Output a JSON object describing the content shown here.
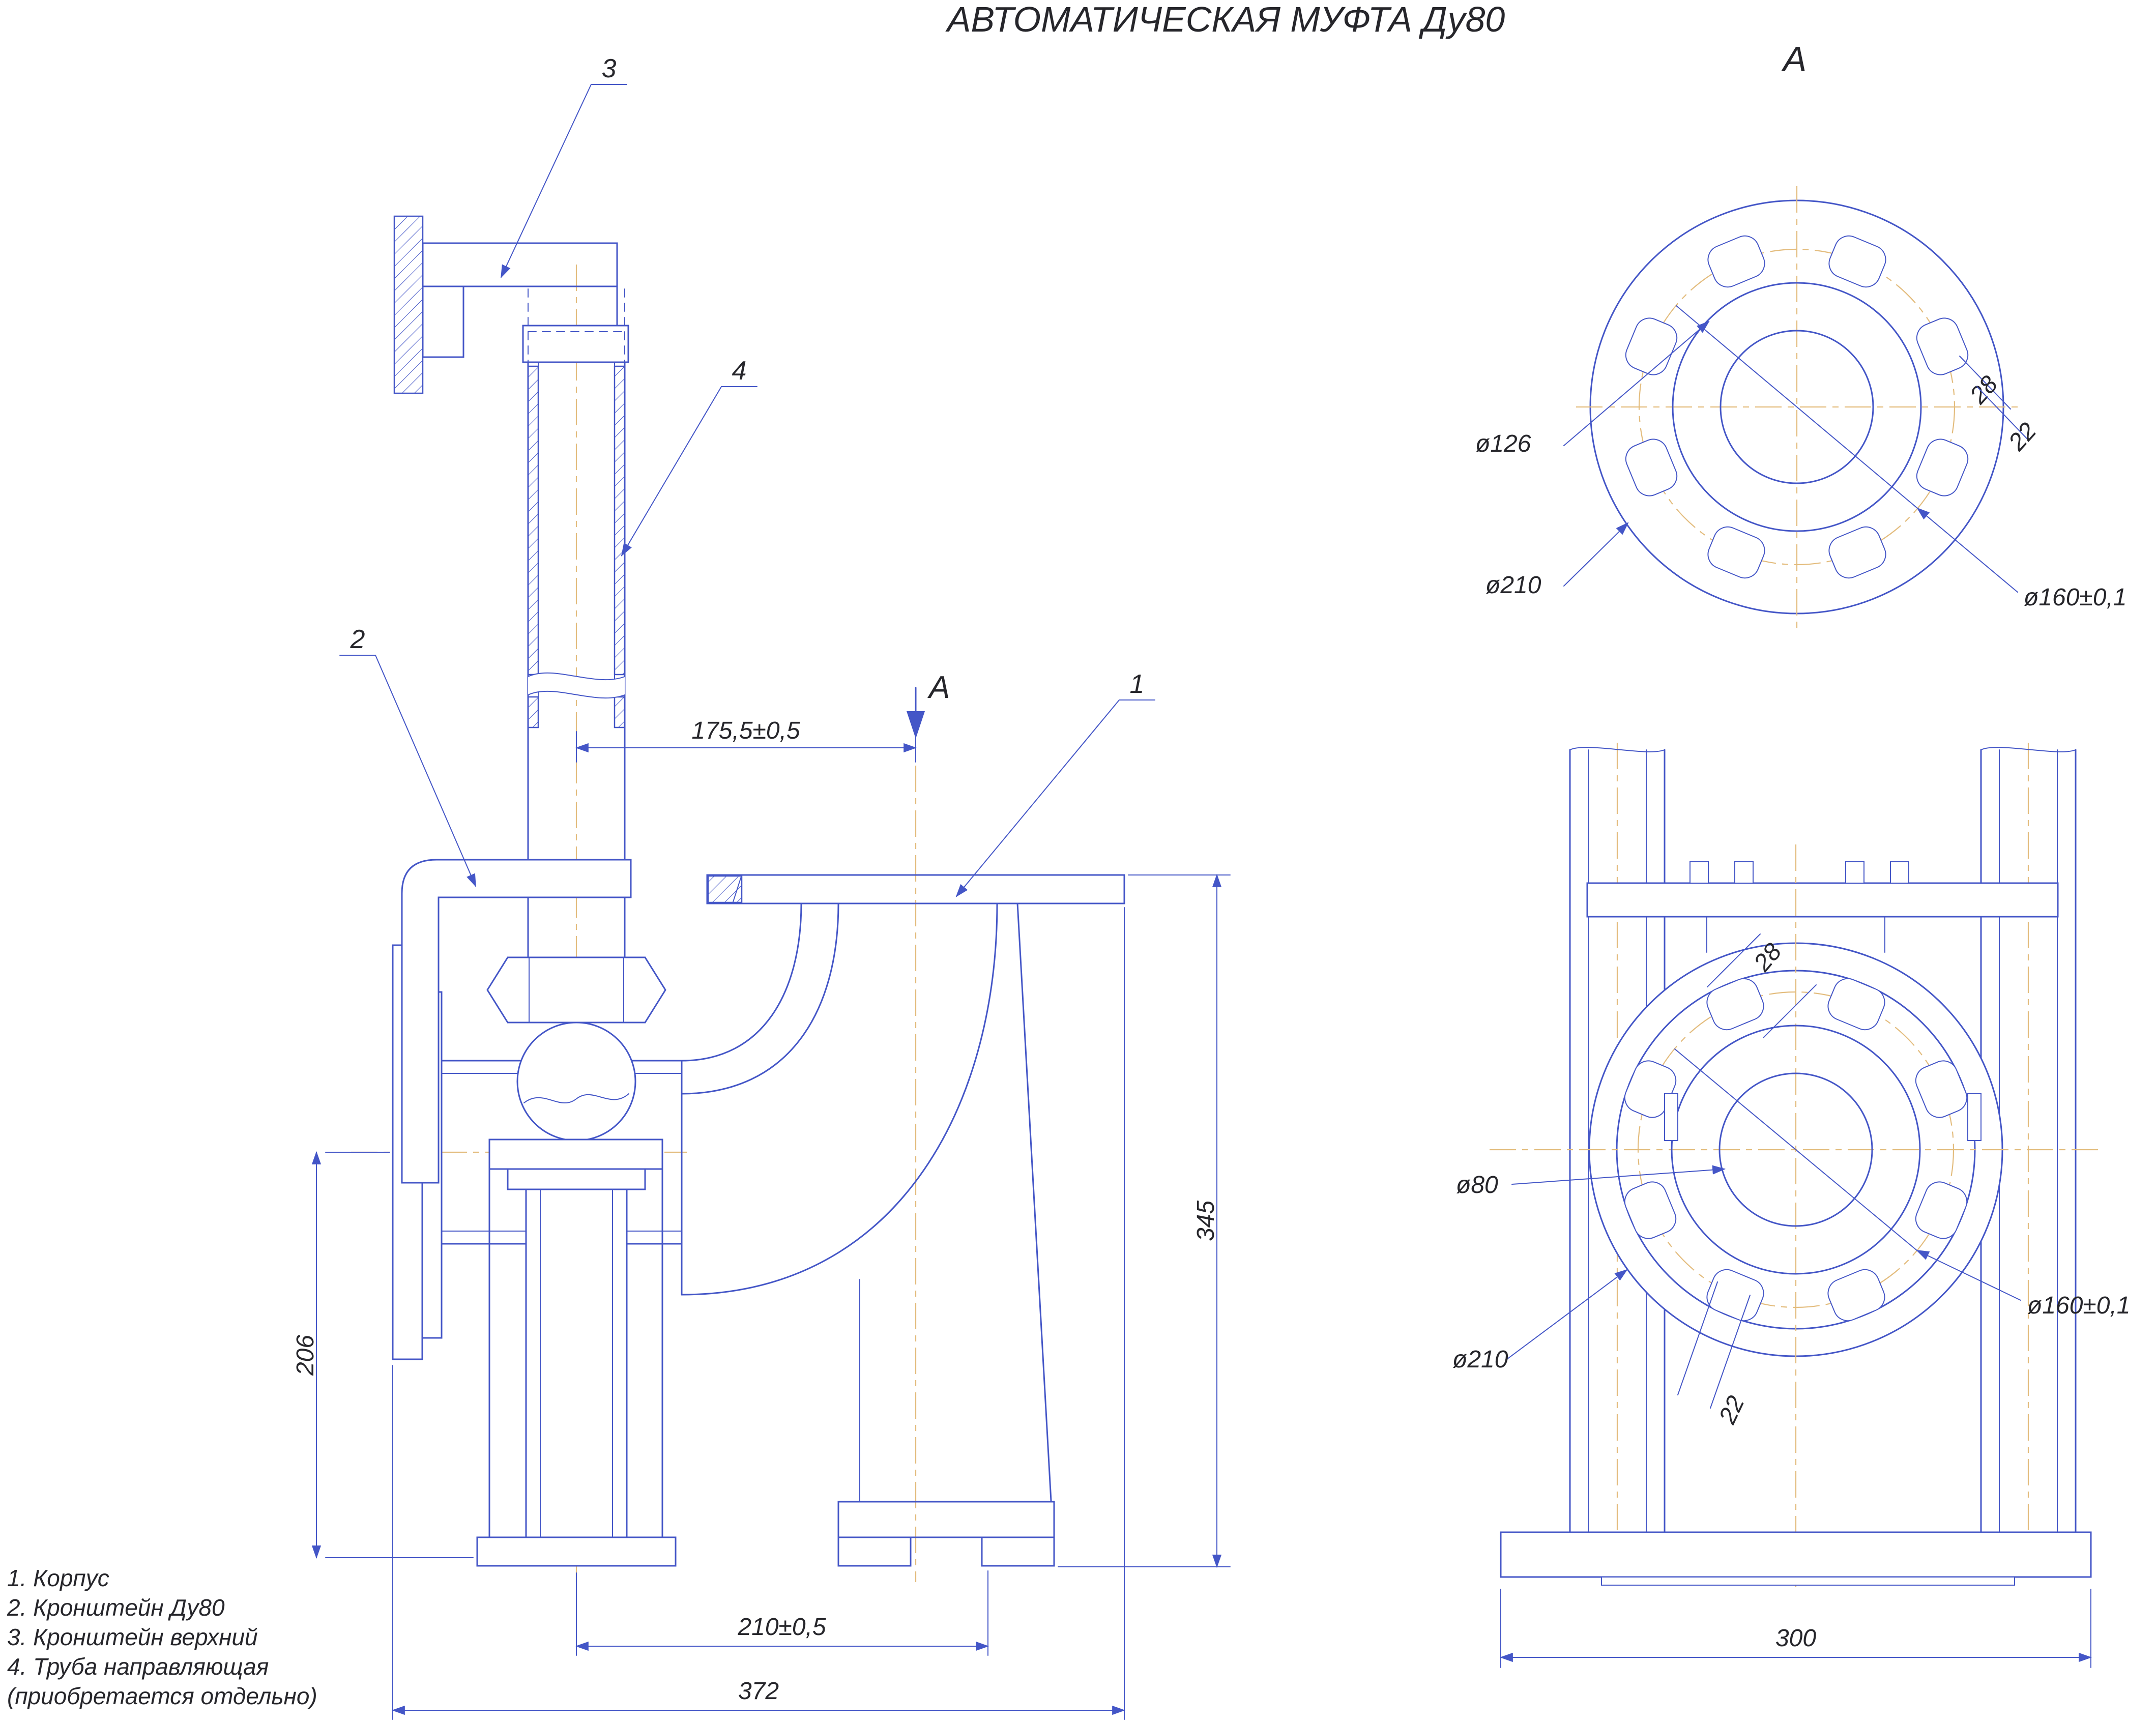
{
  "title": "АВТОМАТИЧЕСКАЯ МУФТА Ду80",
  "colors": {
    "line": "#4456c7",
    "centerline": "#e3bc7d",
    "text": "#26262b",
    "background": "#ffffff"
  },
  "side_view": {
    "callout_1": "1",
    "callout_2": "2",
    "callout_3": "3",
    "callout_4": "4",
    "section_label": "А",
    "dim_offset": "175,5±0,5",
    "dim_height_axis": "206",
    "dim_height_total": "345",
    "dim_width_axis": "210±0,5",
    "dim_width_total": "372"
  },
  "view_a": {
    "label": "А",
    "dim_inner": "ø126",
    "dim_outer": "ø210",
    "dim_slot_length": "28",
    "dim_slot_width": "22",
    "dim_bolt_circle": "ø160±0,1"
  },
  "front_view": {
    "dim_slot_length": "28",
    "dim_bore": "ø80",
    "dim_outer": "ø210",
    "dim_bolt_circle": "ø160±0,1",
    "dim_slot_width": "22",
    "dim_base_width": "300"
  },
  "parts_list": {
    "item_1": "1. Корпус",
    "item_2": "2. Кронштейн Ду80",
    "item_3": "3. Кронштейн верхний",
    "item_4": "4. Труба направляющая",
    "item_4_note": "(приобретается отдельно)"
  }
}
